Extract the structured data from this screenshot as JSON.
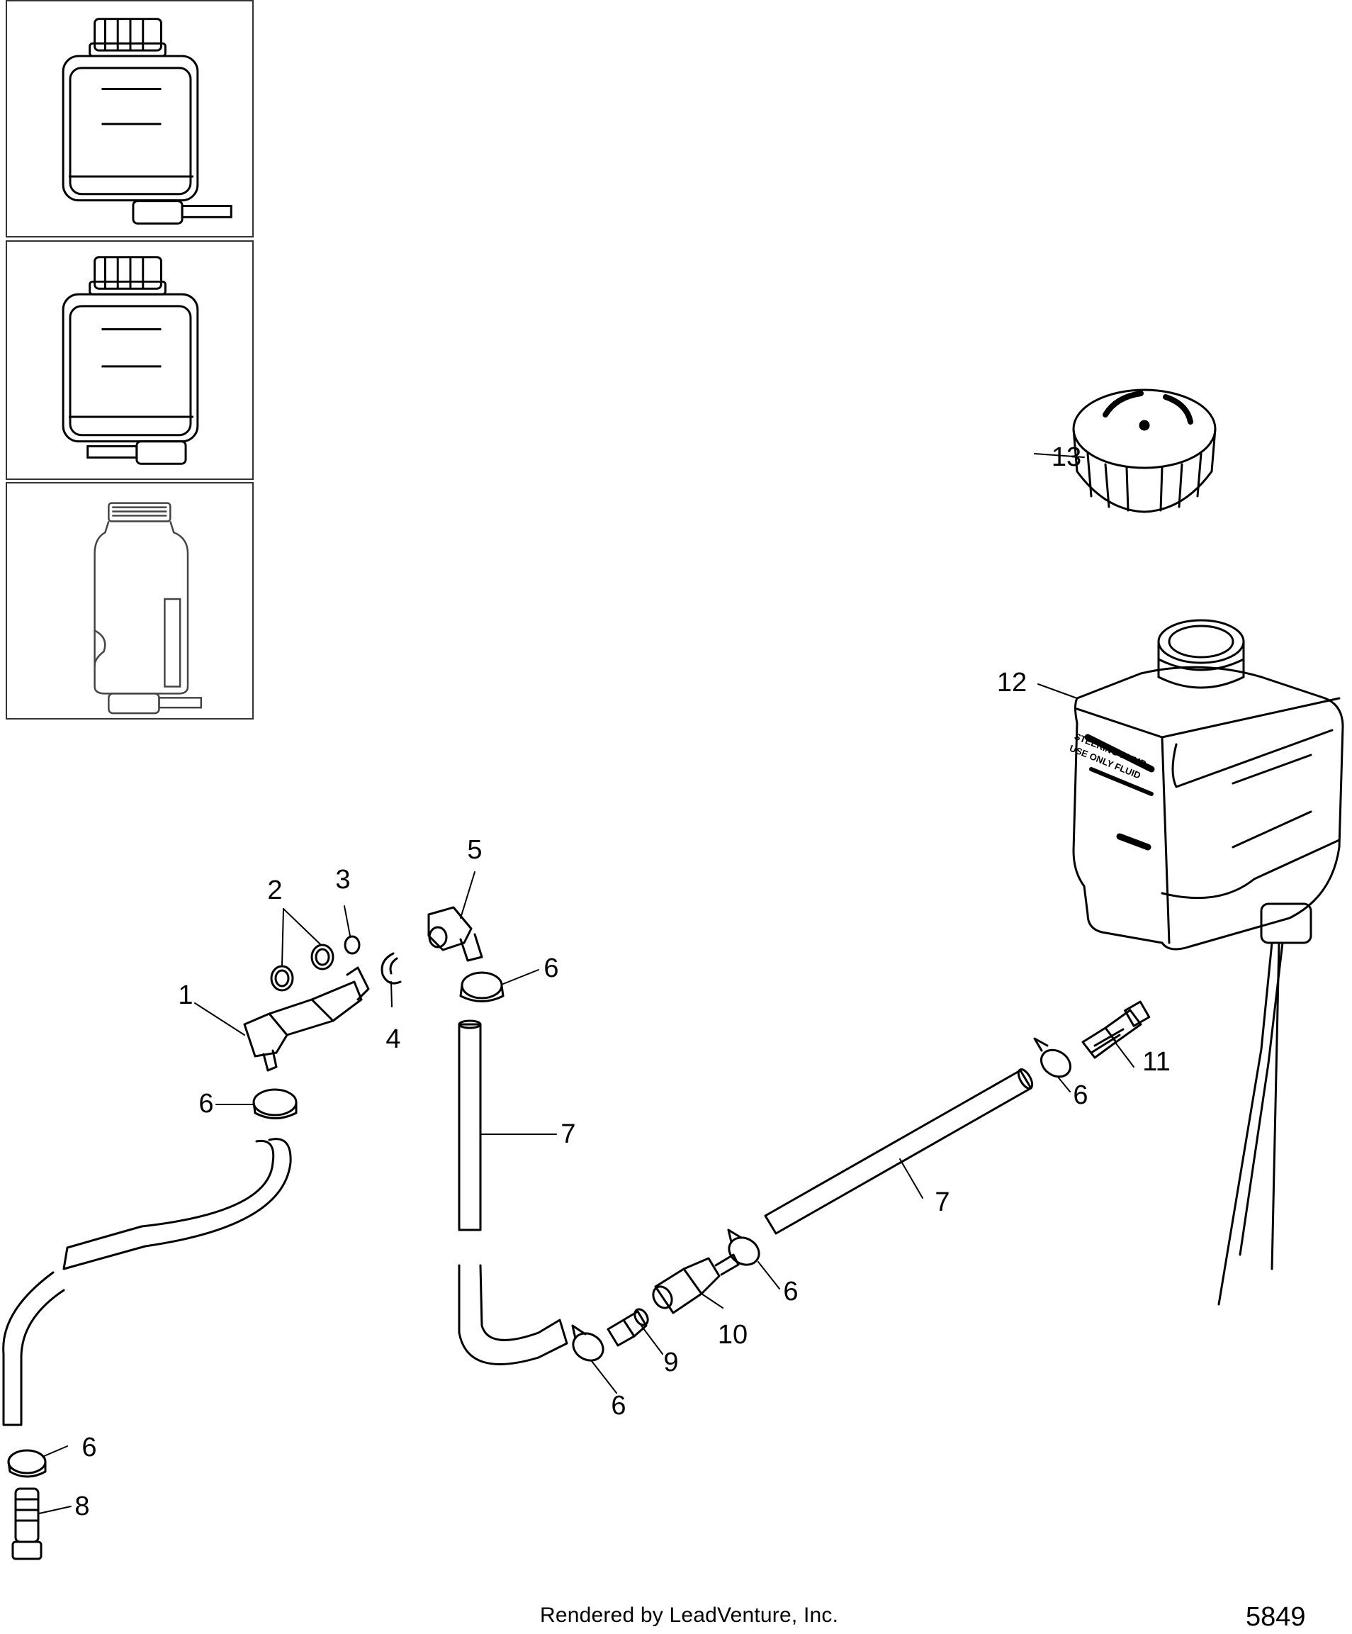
{
  "callouts": {
    "c1": "1",
    "c2": "2",
    "c3": "3",
    "c4": "4",
    "c5": "5",
    "c6a": "6",
    "c6b": "6",
    "c6c": "6",
    "c6d": "6",
    "c6e": "6",
    "c6f": "6",
    "c7a": "7",
    "c7b": "7",
    "c8": "8",
    "c9": "9",
    "c10": "10",
    "c11": "11",
    "c12": "12",
    "c13": "13"
  },
  "footer": {
    "credit": "Rendered by LeadVenture, Inc.",
    "figure_id": "5849"
  },
  "reservoir_label": {
    "line1": "STEERING PUMP",
    "line2": "USE ONLY FLUID"
  }
}
